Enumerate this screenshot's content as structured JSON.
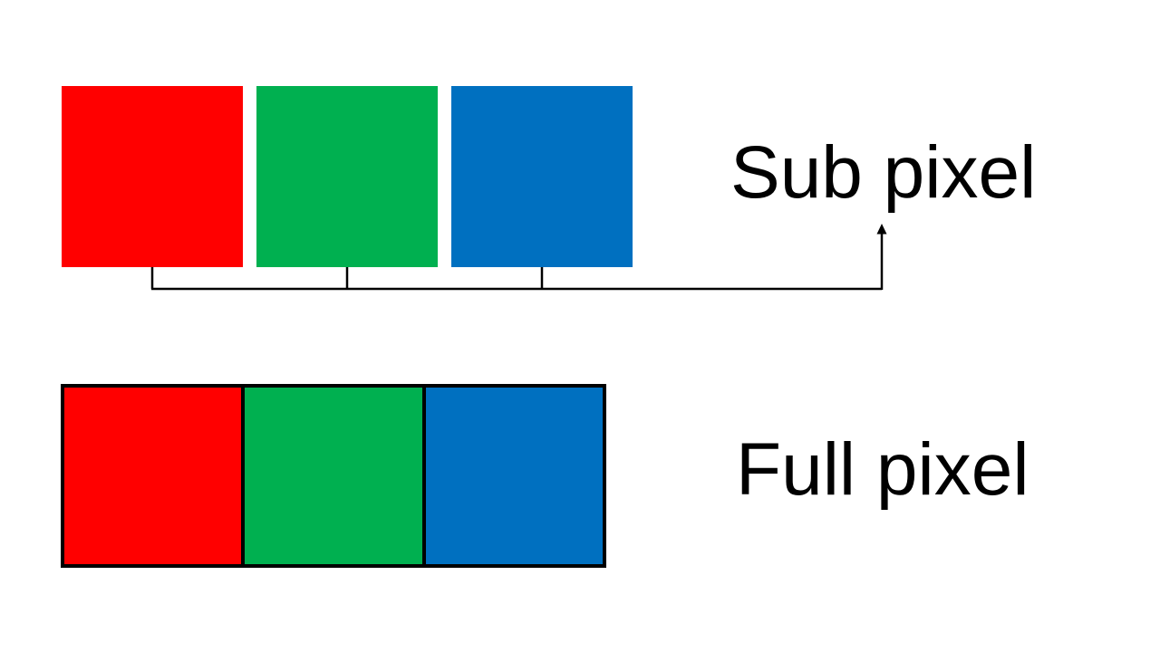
{
  "page": {
    "background": "#ffffff"
  },
  "colors": {
    "red": "#ff0000",
    "green": "#00b050",
    "blue": "#0070c0",
    "line": "#000000",
    "text": "#000000"
  },
  "icons": {
    "connector_arrow": "up-arrow-icon"
  },
  "subpixel_section": {
    "label": "Sub pixel",
    "squares": [
      {
        "name": "red sub-pixel",
        "color": "#ff0000"
      },
      {
        "name": "green sub-pixel",
        "color": "#00b050"
      },
      {
        "name": "blue sub-pixel",
        "color": "#0070c0"
      }
    ]
  },
  "fullpixel_section": {
    "label": "Full pixel",
    "cells": [
      {
        "name": "red cell",
        "color": "#ff0000"
      },
      {
        "name": "green cell",
        "color": "#00b050"
      },
      {
        "name": "blue cell",
        "color": "#0070c0"
      }
    ]
  }
}
